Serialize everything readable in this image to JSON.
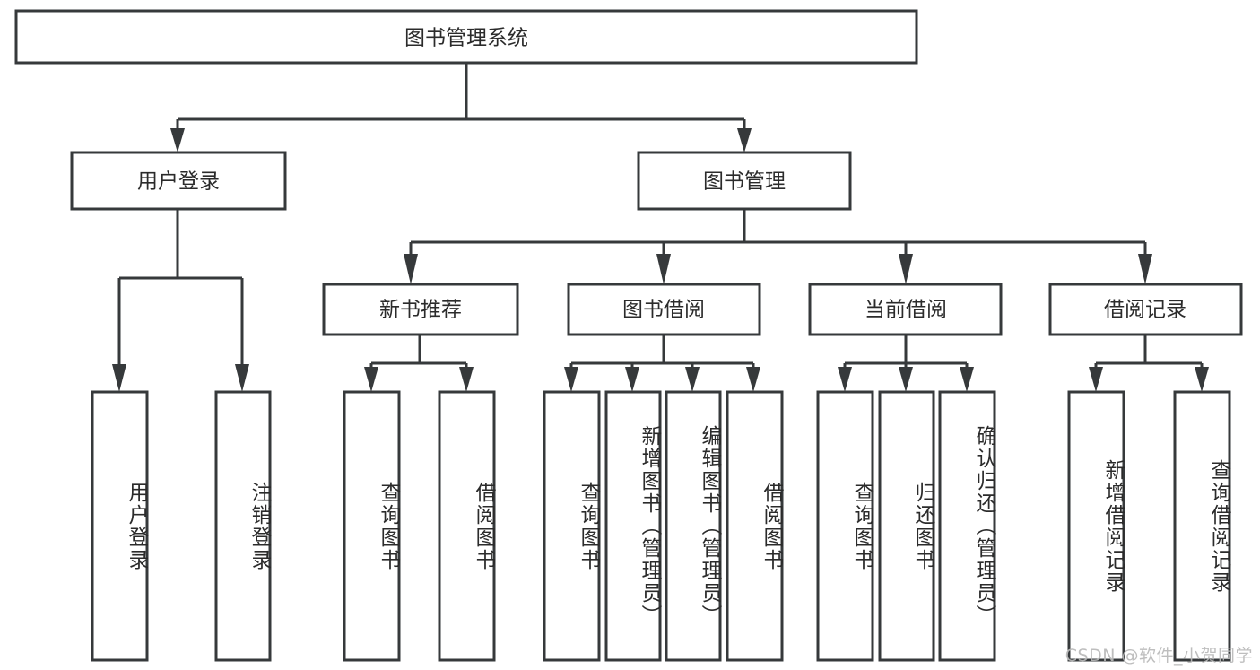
{
  "diagram": {
    "type": "tree",
    "title": "图书管理系统",
    "orientation": "top-down",
    "colors": {
      "background": "#ffffff",
      "box_fill": "#ffffff",
      "box_stroke": "#36393b",
      "connector": "#36393b",
      "text": "#2b2b2b",
      "watermark": "#b9b9b9"
    },
    "root": {
      "label": "图书管理系统"
    },
    "level2": [
      {
        "label": "用户登录"
      },
      {
        "label": "图书管理"
      }
    ],
    "level3": [
      {
        "label": "新书推荐"
      },
      {
        "label": "图书借阅"
      },
      {
        "label": "当前借阅"
      },
      {
        "label": "借阅记录"
      }
    ],
    "leaves": {
      "user_login": [
        {
          "label": "用户登录"
        },
        {
          "label": "注销登录"
        }
      ],
      "new_book_recommend": [
        {
          "label": "查询图书"
        },
        {
          "label": "借阅图书"
        }
      ],
      "book_borrow": [
        {
          "label": "查询图书"
        },
        {
          "label": "新增图书（管理员）"
        },
        {
          "label": "编辑图书（管理员）"
        },
        {
          "label": "借阅图书"
        }
      ],
      "current_borrow": [
        {
          "label": "查询图书"
        },
        {
          "label": "归还图书"
        },
        {
          "label": "确认归还（管理员）"
        }
      ],
      "borrow_record": [
        {
          "label": "新增借阅记录"
        },
        {
          "label": "查询借阅记录"
        }
      ]
    }
  },
  "watermark": {
    "text": "CSDN @软件_小贺同学"
  }
}
